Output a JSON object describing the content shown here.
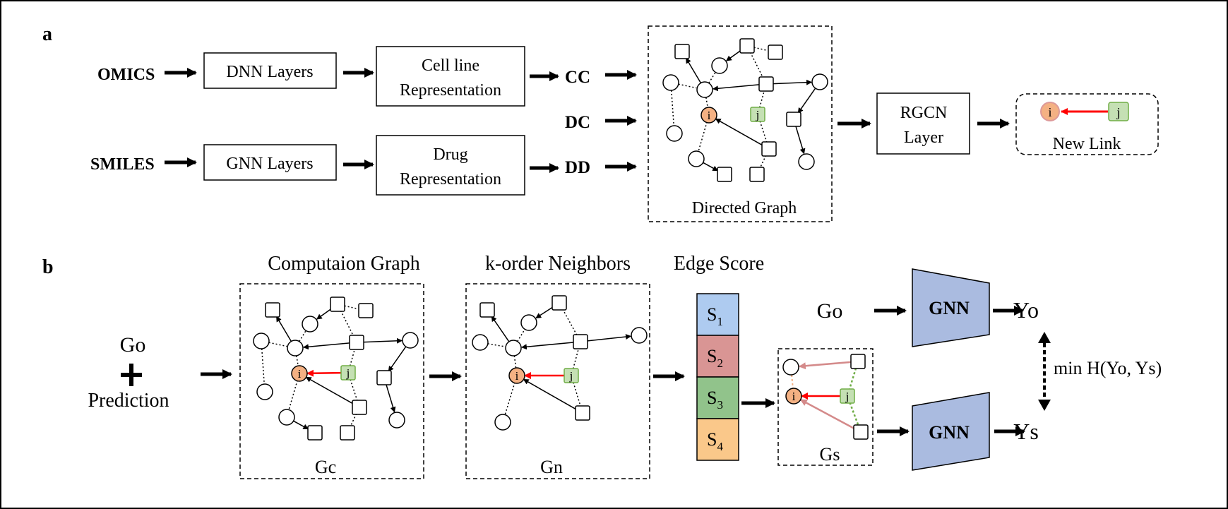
{
  "panel_a": {
    "label": "a",
    "inputs": [
      "OMICS",
      "SMILES"
    ],
    "dnn_label": "DNN Layers",
    "gnn_label": "GNN Layers",
    "cell_rep": [
      "Cell line",
      "Representation"
    ],
    "drug_rep": [
      "Drug",
      "Representation"
    ],
    "cc": "CC",
    "dc": "DC",
    "dd": "DD",
    "graph_caption": "Directed Graph",
    "rgcn": [
      "RGCN",
      "Layer"
    ],
    "new_link": "New Link",
    "node_i": "i",
    "node_j": "j"
  },
  "panel_b": {
    "label": "b",
    "go": "Go",
    "prediction": "Prediction",
    "comp_title": "Computaion Graph",
    "gc": "Gc",
    "korder_title": "k-order Neighbors",
    "gn": "Gn",
    "edge_title": "Edge Score",
    "scores": [
      "S1",
      "S2",
      "S3",
      "S4"
    ],
    "score_colors": [
      "#aecbf0",
      "#d99594",
      "#91c38b",
      "#fac88a"
    ],
    "gs": "Gs",
    "gnn_label": "GNN",
    "go_in": "Go",
    "yo": "Yo",
    "ys": "Ys",
    "minh": "min H(Yo, Ys)",
    "gnn_color": "#aabbe0"
  },
  "colors": {
    "node_i": "#f4b183",
    "node_j": "#c5e0b4",
    "red_edge": "#ff0000"
  }
}
